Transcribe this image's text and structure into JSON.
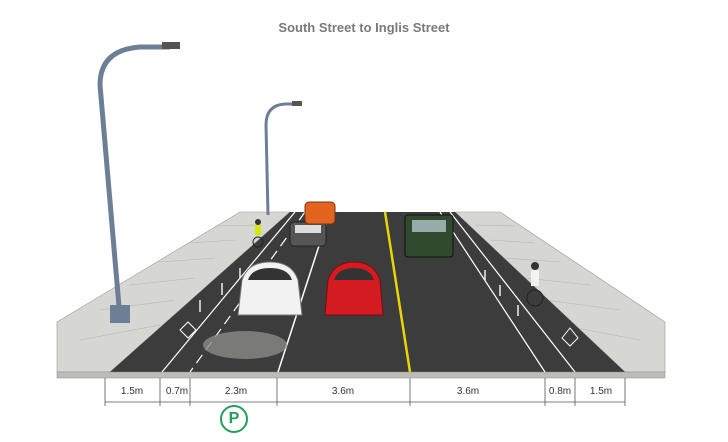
{
  "title": "South Street to Inglis Street",
  "dimensions": [
    "1.5m",
    "0.7m",
    "2.3m",
    "3.6m",
    "3.6m",
    "0.8m",
    "1.5m"
  ],
  "parking_symbol": "P",
  "colors": {
    "road": "#3a3a3a",
    "sidewalk": "#d4d4d0",
    "centerline": "#e8d400",
    "parking": "#22a05a"
  }
}
